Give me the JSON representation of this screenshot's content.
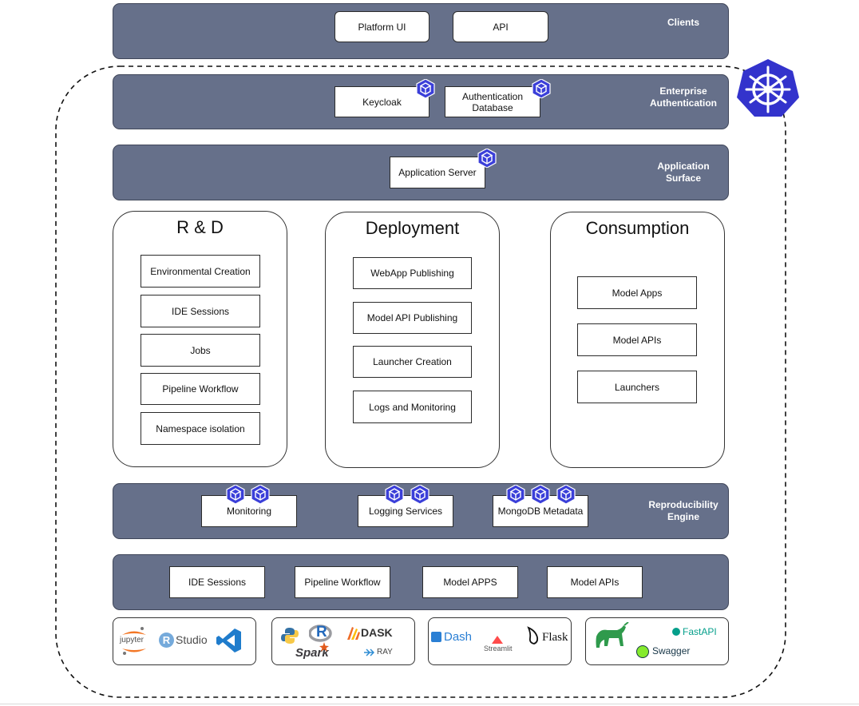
{
  "bands": {
    "clients": "Clients",
    "enterprise_auth_1": "Enterprise",
    "enterprise_auth_2": "Authentication",
    "app_surface_1": "Application",
    "app_surface_2": "Surface",
    "repro_1": "Reproducibility",
    "repro_2": "Engine"
  },
  "clients": {
    "platform_ui": "Platform UI",
    "api": "API"
  },
  "auth": {
    "keycloak": "Keycloak",
    "auth_db_1": "Authentication",
    "auth_db_2": "Database"
  },
  "app": {
    "server": "Application Server"
  },
  "columns": {
    "rd": {
      "title": "R & D",
      "items": [
        "Environmental Creation",
        "IDE Sessions",
        "Jobs",
        "Pipeline Workflow",
        "Namespace isolation"
      ]
    },
    "deployment": {
      "title": "Deployment",
      "items": [
        "WebApp Publishing",
        "Model API Publishing",
        "Launcher Creation",
        "Logs and Monitoring"
      ]
    },
    "consumption": {
      "title": "Consumption",
      "items": [
        "Model Apps",
        "Model APIs",
        "Launchers"
      ]
    }
  },
  "repro": {
    "monitoring": "Monitoring",
    "logging": "Logging Services",
    "mongo": "MongoDB Metadata"
  },
  "bottom": {
    "items": [
      "IDE Sessions",
      "Pipeline Workflow",
      "Model APPS",
      "Model APIs"
    ]
  },
  "logos": {
    "jupyter": "jupyter",
    "rstudio_r": "R",
    "rstudio": "Studio",
    "r_lang": "R",
    "dask": "DASK",
    "spark": "Spark",
    "ray": "RAY",
    "dash": "Dash",
    "streamlit": "Streamlit",
    "flask": "Flask",
    "fastapi": "FastAPI",
    "swagger": "Swagger"
  },
  "colors": {
    "band": "#66708a",
    "kube": "#3333cc",
    "cube": "#3b3fd9",
    "vscode": "#1f7ccc",
    "python_blue": "#3572a5",
    "python_yellow": "#f7c948",
    "dask_orange": "#ee6d28",
    "dash_blue": "#2a7fd4",
    "streamlit_red": "#ff4b4b",
    "fastapi_green": "#059f8b",
    "gunicorn_green": "#2f9a4c",
    "swagger_green": "#85ea2d"
  }
}
